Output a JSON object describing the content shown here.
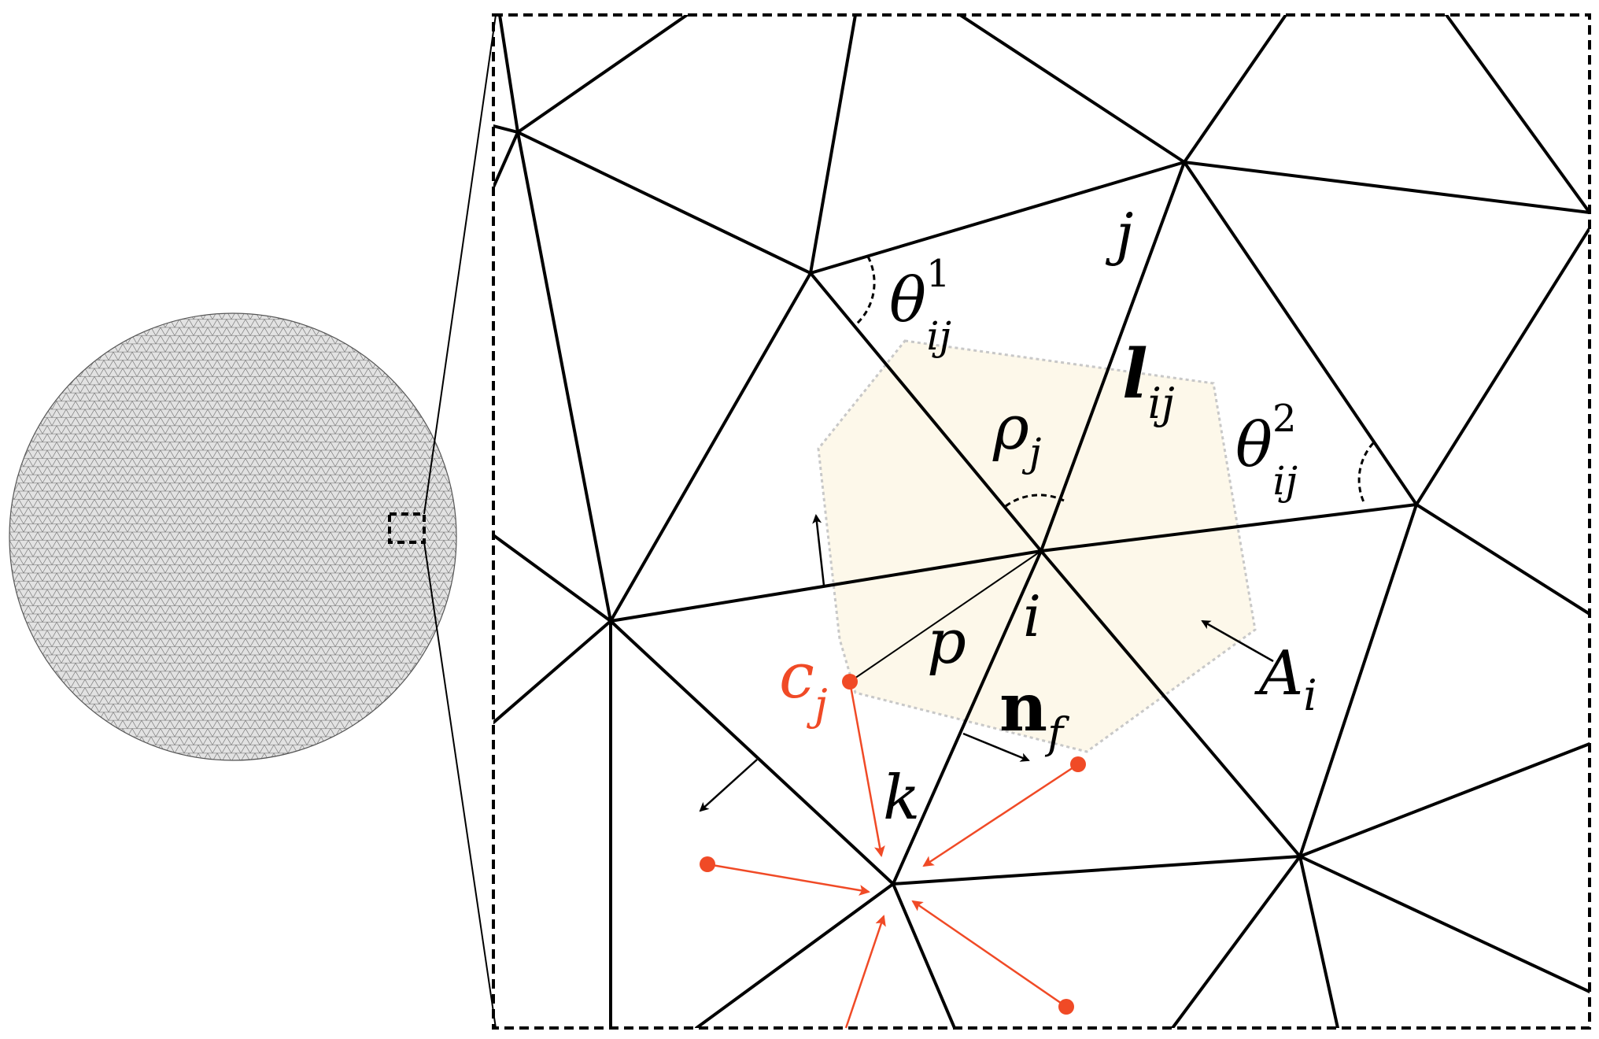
{
  "labels": {
    "j": "j",
    "i": "i",
    "k": "k",
    "p": "p",
    "theta1": "θ",
    "theta1_sup": "1",
    "theta1_sub": "ij",
    "theta2": "θ",
    "theta2_sup": "2",
    "theta2_sub": "ij",
    "rho": "ρ",
    "rho_sub": "j",
    "l": "l",
    "l_sub": "ij",
    "A": "A",
    "A_sub": "i",
    "n": "n",
    "n_sub": "f",
    "c": "c",
    "c_sub": "j"
  },
  "colors": {
    "mesh": "#000000",
    "accent": "#f04a26",
    "dual_cell_fill": "#fdf8ea",
    "dual_cell_border": "#c8c8c8",
    "disk_fill": "#dcdcdc",
    "disk_line": "#555555"
  }
}
